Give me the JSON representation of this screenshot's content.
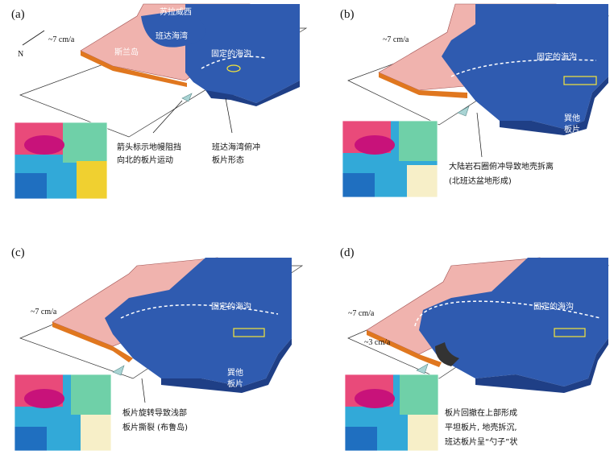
{
  "panels": {
    "a": {
      "label": "(a)",
      "velocity": "~7 cm/a",
      "north": "N",
      "sumbawa": "苏拉威西",
      "banda_sea": "班达海湾",
      "trench": "固定的海沟",
      "timor": "斯兰岛",
      "caption_left": [
        "箭头标示地幔阻挡",
        "向北的板片运动"
      ],
      "caption_right": [
        "班达海湾俯冲",
        "板片形态"
      ]
    },
    "b": {
      "label": "(b)",
      "velocity": "~7 cm/a",
      "trench": "固定的海沟",
      "slab": [
        "巽他",
        "板片"
      ],
      "caption": [
        "大陆岩石圈俯冲导致地壳拆离",
        "(北班达盆地形成)"
      ]
    },
    "c": {
      "label": "(c)",
      "velocity": "~7 cm/a",
      "trench": "固定的海沟",
      "slab": [
        "巽他",
        "板片"
      ],
      "caption": [
        "板片旋转导致浅部",
        "板片撕裂 (布鲁岛)"
      ]
    },
    "d": {
      "label": "(d)",
      "velocity": "~7 cm/a",
      "velocity2": "~3 cm/a",
      "trench": "固定的海沟",
      "slab": [
        "巽他",
        "板片"
      ],
      "caption": [
        "板片回撤在上部形成",
        "平坦板片, 地壳拆沉,",
        "班达板片呈“勺子”状"
      ]
    }
  },
  "colors": {
    "ocean_plate": "#2f5bb0",
    "continent": "#f0b3ae",
    "orange_edge": "#e0771f",
    "trench_line": "#ffffff",
    "yellow_outline": "#f5e63a",
    "arrow_teal": "#a9d4d4"
  }
}
